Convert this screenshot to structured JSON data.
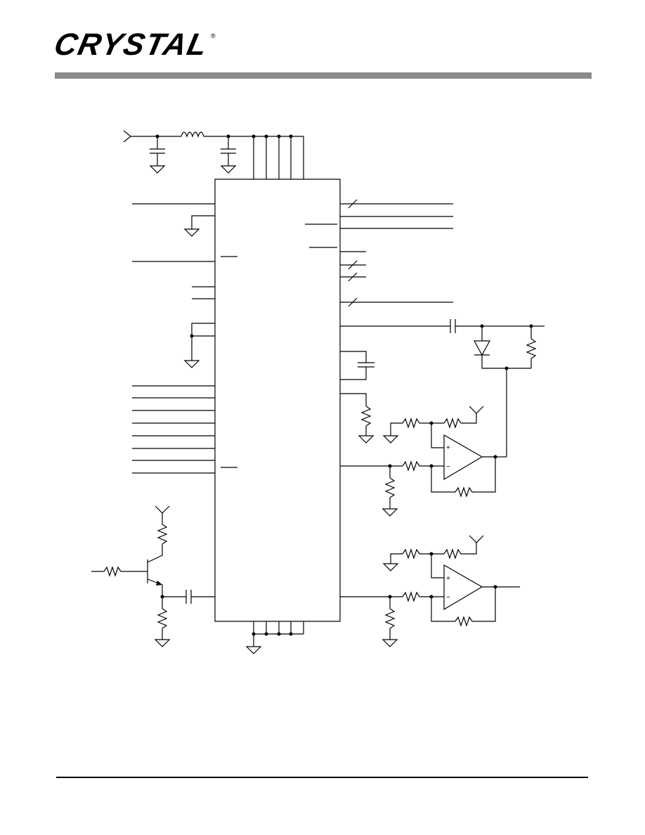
{
  "header": {
    "logo_text": "CRYSTAL",
    "logo_mark": "®",
    "bar_color": "#8a8a8a"
  },
  "schematic": {
    "components": [
      "power-terminal",
      "ferrite-inductor",
      "decoupling-capacitor",
      "integrated-circuit",
      "coupling-capacitor",
      "diode",
      "resistor",
      "op-amp",
      "npn-transistor",
      "ground-symbol"
    ],
    "op_amp_labels": [
      "+",
      "−"
    ]
  },
  "footer": {
    "rule_color": "#000000"
  }
}
